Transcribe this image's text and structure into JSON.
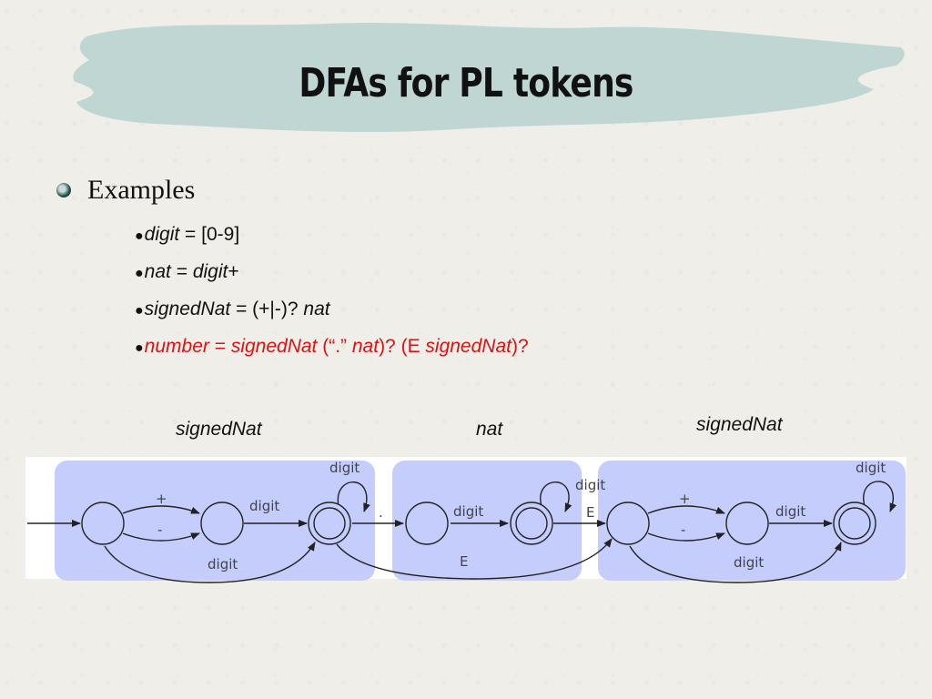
{
  "slide": {
    "title": "DFAs for PL tokens",
    "bullet": "Examples",
    "items": [
      {
        "parts": [
          {
            "t": "digit",
            "i": true
          },
          {
            "t": " = [0-9]",
            "i": false
          }
        ]
      },
      {
        "parts": [
          {
            "t": "nat",
            "i": true
          },
          {
            "t": " = ",
            "i": false
          },
          {
            "t": "digit",
            "i": true
          },
          {
            "t": "+",
            "i": false
          }
        ]
      },
      {
        "parts": [
          {
            "t": "signedNat",
            "i": true
          },
          {
            "t": " = (+|-)? ",
            "i": false
          },
          {
            "t": "nat",
            "i": true
          }
        ]
      },
      {
        "parts": [
          {
            "t": "number",
            "i": true
          },
          {
            "t": " = ",
            "i": false
          },
          {
            "t": "signedNat",
            "i": true
          },
          {
            "t": " (“.” ",
            "i": false
          },
          {
            "t": "nat",
            "i": true
          },
          {
            "t": ")? (E ",
            "i": false
          },
          {
            "t": "signedNat",
            "i": true
          },
          {
            "t": ")?",
            "i": false
          }
        ],
        "color": "#e01010"
      }
    ]
  },
  "diagram": {
    "group_labels": {
      "left": "signedNat",
      "middle": "nat",
      "right": "signedNat"
    },
    "edge_labels": {
      "plus_1": "+",
      "minus_1": "-",
      "digit_1": "digit",
      "digit_skip_1": "digit",
      "digit_loop_1": "digit",
      "dot": ".",
      "digit_2": "digit",
      "digit_loop_2": "digit",
      "E_1": "E",
      "E_2": "E",
      "plus_2": "+",
      "minus_2": "-",
      "digit_3": "digit",
      "digit_skip_2": "digit",
      "digit_loop_3": "digit"
    },
    "colors": {
      "group_fill": "#c4cdfb",
      "edge": "#222222",
      "label": "#444444",
      "banner": "#bfd6d2",
      "accent_red": "#e01010"
    }
  }
}
